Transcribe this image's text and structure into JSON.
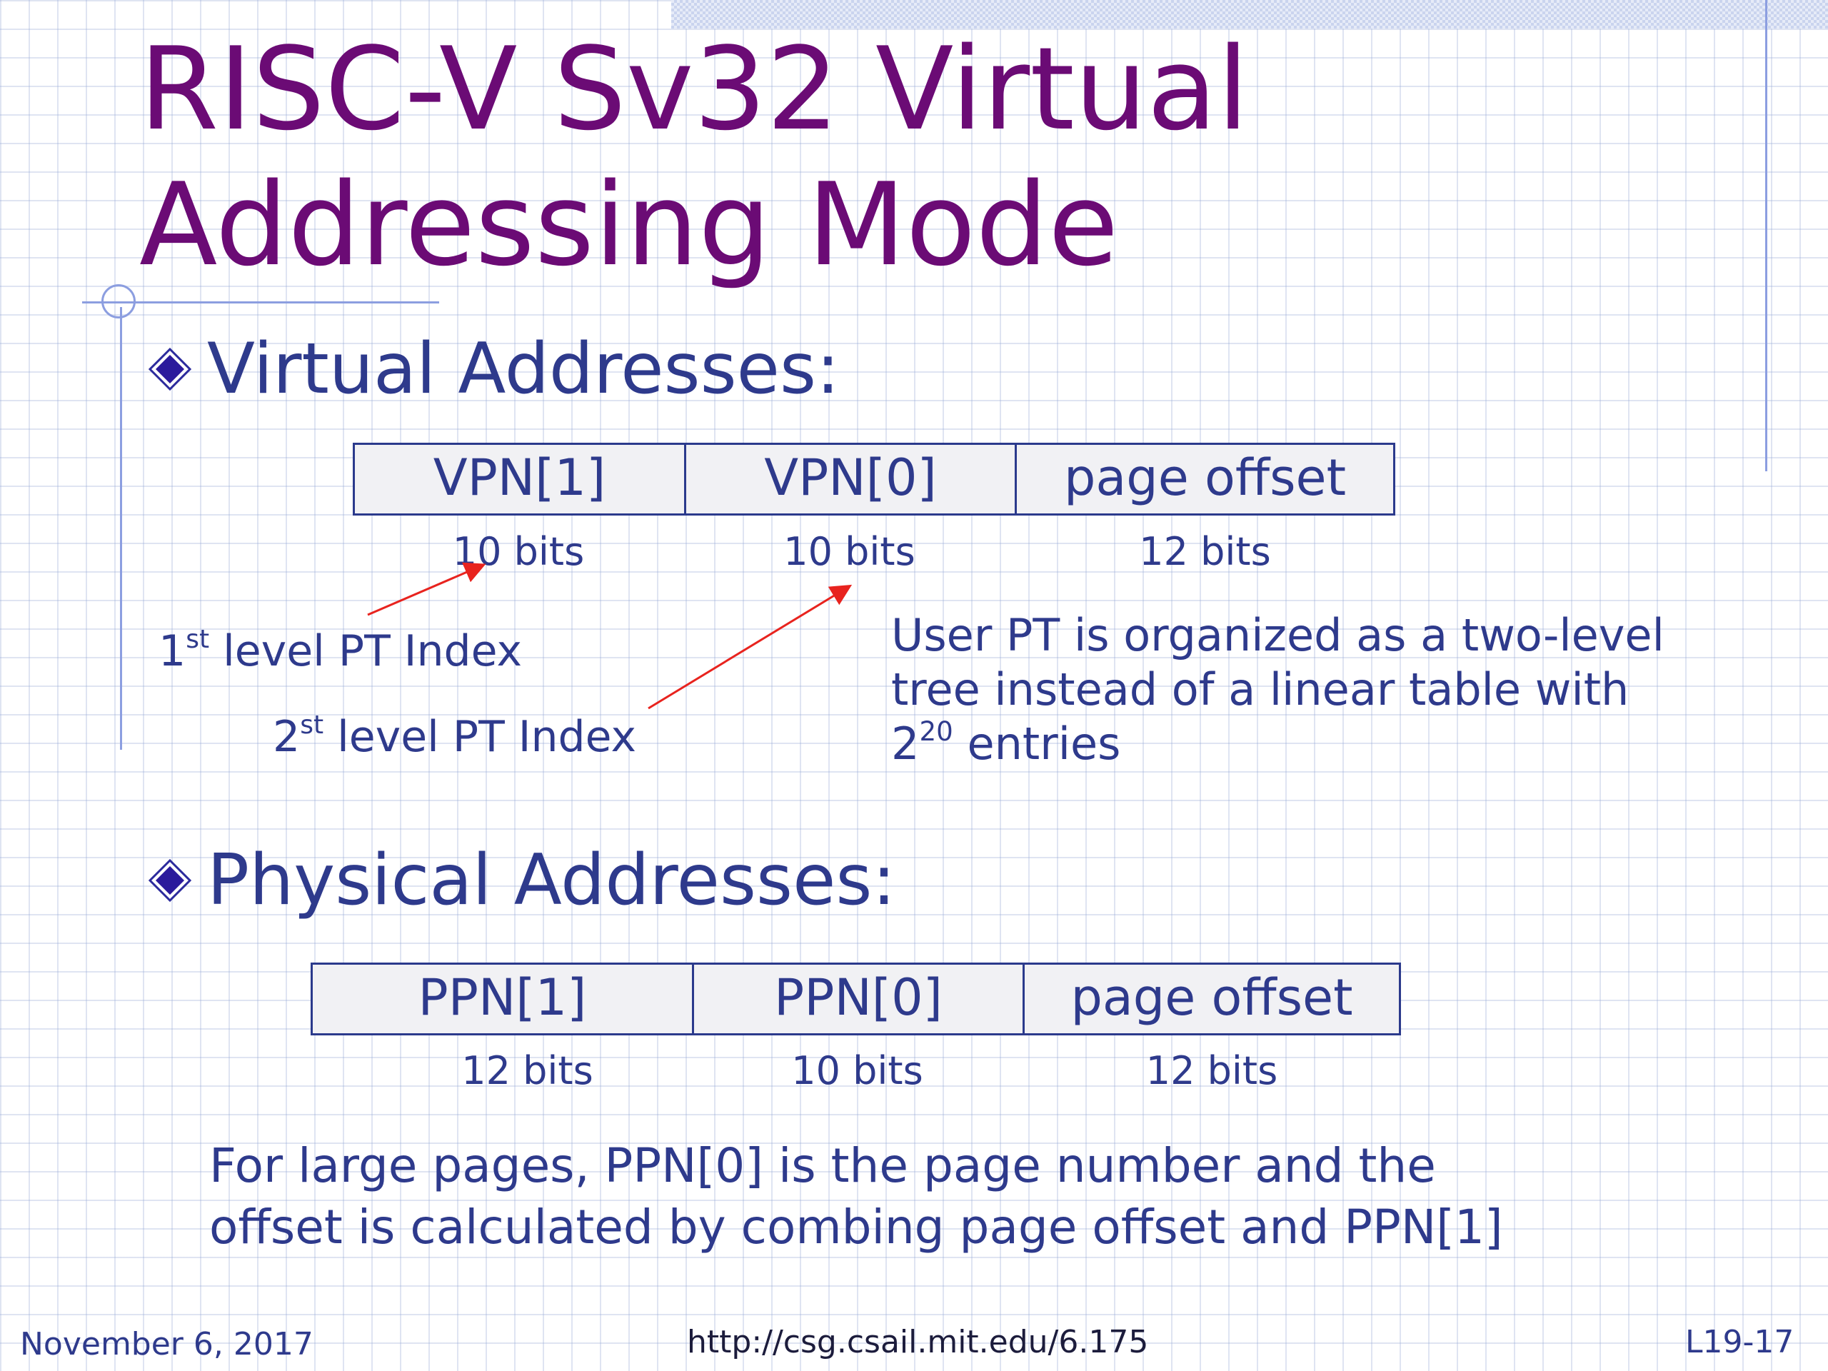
{
  "slide": {
    "title_line1": "RISC-V Sv32 Virtual",
    "title_line2": "Addressing Mode",
    "virtual_heading": "Virtual Addresses:",
    "physical_heading": "Physical Addresses:",
    "virtual_fields": [
      {
        "label": "VPN[1]",
        "bits": "10 bits"
      },
      {
        "label": "VPN[0]",
        "bits": "10 bits"
      },
      {
        "label": "page offset",
        "bits": "12 bits"
      }
    ],
    "physical_fields": [
      {
        "label": "PPN[1]",
        "bits": "12 bits"
      },
      {
        "label": "PPN[0]",
        "bits": "10 bits"
      },
      {
        "label": "page offset",
        "bits": "12 bits"
      }
    ],
    "level1_index": {
      "num": "1",
      "sup": "st",
      "rest": " level PT Index"
    },
    "level2_index": {
      "num": "2",
      "sup": "st",
      "rest": " level PT Index"
    },
    "pt_note": {
      "line1": "User PT is organized as a two-level",
      "line2": "tree instead of a linear table with",
      "line3_base": "2",
      "line3_sup": "20",
      "line3_rest": " entries"
    },
    "large_pages_note": {
      "line1": "For large pages, PPN[0] is the page number and the",
      "line2": "offset is calculated by combing page offset and PPN[1]"
    },
    "footer": {
      "date": "November 6, 2017",
      "url": "http://csg.csail.mit.edu/6.175",
      "slide_number": "L19-17"
    }
  },
  "colors": {
    "title": "#6b0b75",
    "text": "#2e3a8c",
    "arrow": "#e8231e",
    "box_fill": "#f1f1f4"
  }
}
